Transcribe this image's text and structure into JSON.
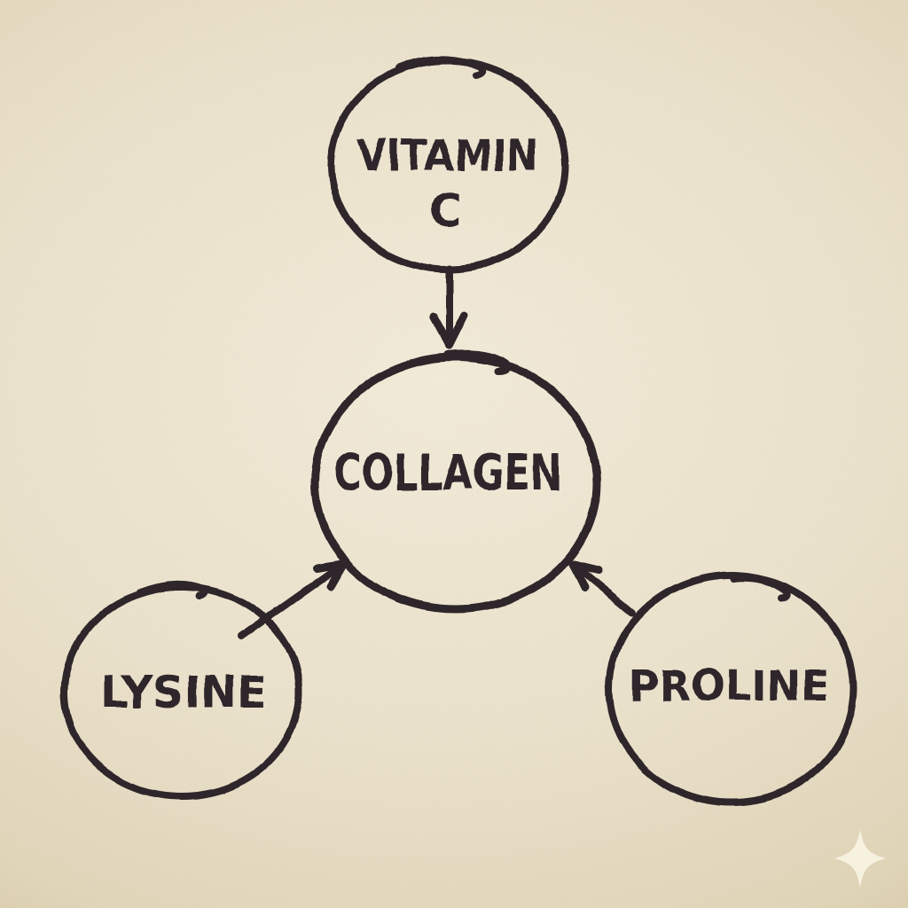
{
  "diagram": {
    "nodes": {
      "vitamin_c": {
        "label_line1": "VITAMIN",
        "label_line2": "C"
      },
      "collagen": {
        "label": "COLLAGEN"
      },
      "lysine": {
        "label": "LYSINE"
      },
      "proline": {
        "label": "PROLINE"
      }
    },
    "edges": [
      {
        "from": "vitamin_c",
        "to": "collagen"
      },
      {
        "from": "lysine",
        "to": "collagen"
      },
      {
        "from": "proline",
        "to": "collagen"
      }
    ]
  },
  "colors": {
    "ink": "#2e282c",
    "paper_center": "#f3ecd8",
    "paper_edge": "#d0c19e",
    "watermark": "#f8f3e3"
  },
  "watermark": {
    "icon": "sparkle-icon"
  }
}
